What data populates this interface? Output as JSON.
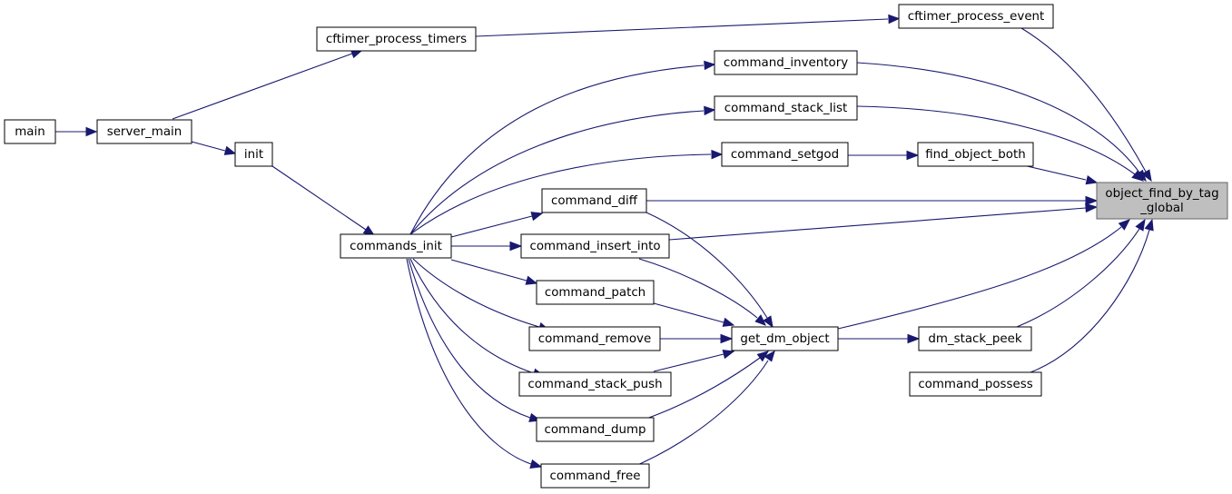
{
  "graph": {
    "nodes": {
      "main": "main",
      "server_main": "server_main",
      "init": "init",
      "cftimer_process_timers": "cftimer_process_timers",
      "cftimer_process_event": "cftimer_process_event",
      "commands_init": "commands_init",
      "command_inventory": "command_inventory",
      "command_stack_list": "command_stack_list",
      "command_setgod": "command_setgod",
      "find_object_both": "find_object_both",
      "command_diff": "command_diff",
      "command_insert_into": "command_insert_into",
      "command_patch": "command_patch",
      "command_remove": "command_remove",
      "command_stack_push": "command_stack_push",
      "command_dump": "command_dump",
      "command_free": "command_free",
      "get_dm_object": "get_dm_object",
      "dm_stack_peek": "dm_stack_peek",
      "command_possess": "command_possess",
      "object_find_by_tag_global_line1": "object_find_by_tag",
      "object_find_by_tag_global_line2": "_global"
    },
    "colors": {
      "edge": "#191970",
      "root_fill": "#bfbfbf",
      "root_border": "#666666",
      "node_fill": "#ffffff",
      "node_border": "#000000"
    }
  }
}
